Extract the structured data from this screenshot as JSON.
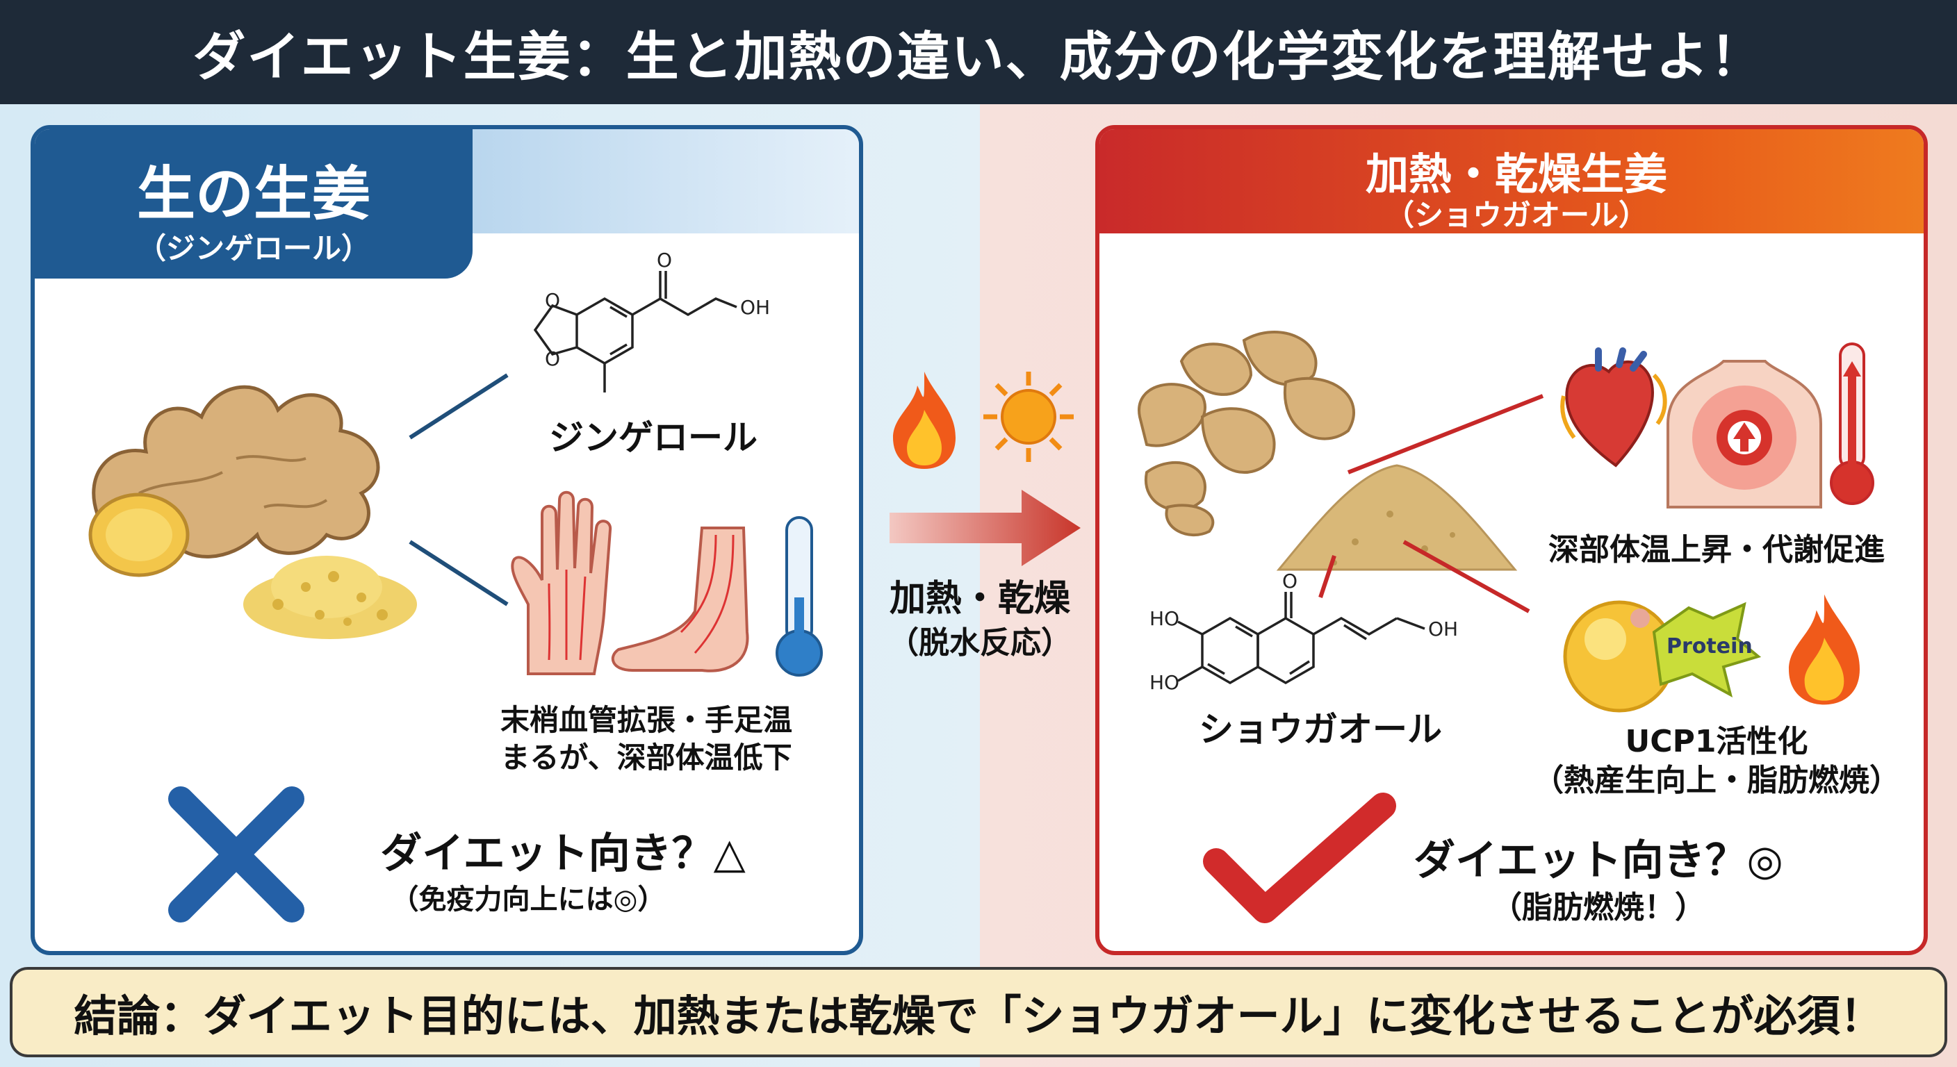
{
  "title": "ダイエット生姜：生と加熱の違い、成分の化学変化を理解せよ！",
  "left": {
    "heading": "生の生姜",
    "subheading": "（ジンゲロール）",
    "molecule_label": "ジンゲロール",
    "molecule_oh": "OH",
    "effect_line1": "末梢血管拡張・手足温",
    "effect_line2": "まるが、深部体温低下",
    "verdict": "ダイエット向き？△",
    "verdict_note": "（免疫力向上には◎）"
  },
  "middle": {
    "process_line1": "加熱・乾燥",
    "process_line2": "（脱水反応）"
  },
  "right": {
    "heading": "加熱・乾燥生姜",
    "subheading": "（ショウガオール）",
    "molecule_label": "ショウガオール",
    "molecule_o": "O",
    "molecule_oh": "OH",
    "molecule_ho1": "HO",
    "molecule_ho2": "HO",
    "effect1": "深部体温上昇・代謝促進",
    "badge": "Protein",
    "effect2_line1": "UCP1活性化",
    "effect2_line2": "（熱産生向上・脂肪燃焼）",
    "verdict": "ダイエット向き？◎",
    "verdict_note": "（脂肪燃焼！）"
  },
  "conclusion": "結論：ダイエット目的には、加熱または乾燥で「ショウガオール」に変化させることが必須！",
  "icons": [
    "ginger-root-icon",
    "grated-ginger-icon",
    "hand-icon",
    "foot-icon",
    "thermometer-cold-icon",
    "fire-icon",
    "sun-icon",
    "arrow-right-icon",
    "dried-ginger-icon",
    "ginger-powder-icon",
    "heart-icon",
    "body-warm-icon",
    "thermometer-hot-icon",
    "fat-cell-icon",
    "flame-icon",
    "cross-mark-icon",
    "check-mark-icon"
  ],
  "colors": {
    "dark_bar": "#1e2a38",
    "left_accent": "#1f5a92",
    "right_accent": "#c62828",
    "orange": "#ef7c1f",
    "bottom_bg": "#f9ecc6"
  }
}
